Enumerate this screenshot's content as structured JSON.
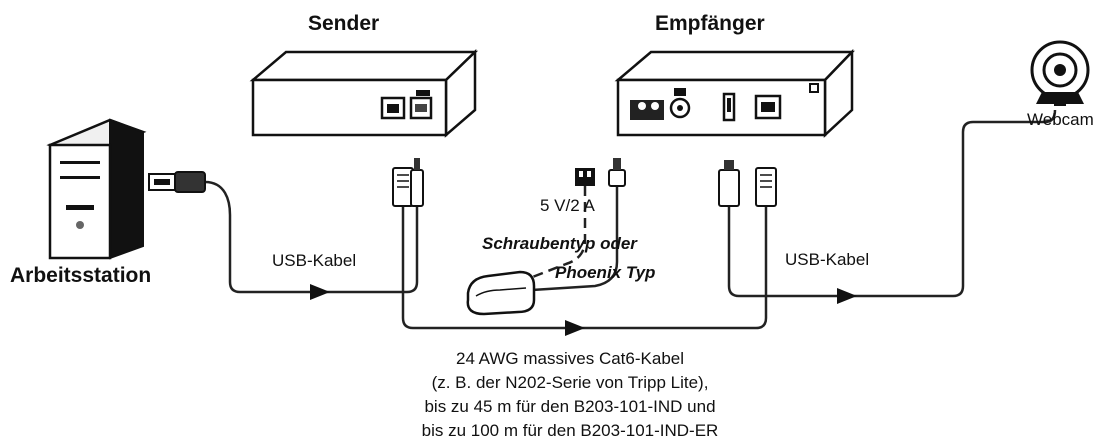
{
  "labels": {
    "sender": "Sender",
    "receiver": "Empfänger",
    "workstation": "Arbeitsstation",
    "webcam": "Webcam",
    "usb_left": "USB-Kabel",
    "usb_right": "USB-Kabel",
    "power": "5 V/2 A",
    "connector_line1": "Schraubentyp oder",
    "connector_line2": "Phoenix Typ"
  },
  "note": [
    "24 AWG massives Cat6-Kabel",
    "(z. B. der N202-Serie von Tripp Lite),",
    "bis zu 45 m für den B203-101-IND und",
    "bis zu 100 m für den B203-101-IND-ER"
  ]
}
